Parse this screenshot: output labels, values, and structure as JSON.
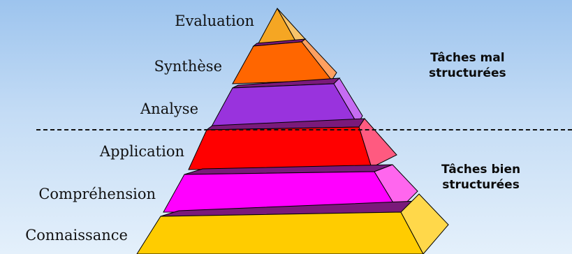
{
  "levels": [
    {
      "label": "Evaluation",
      "front": "#f5a623",
      "side": "#f7c46a"
    },
    {
      "label": "Synthèse",
      "front": "#ff6600",
      "side": "#ffa060"
    },
    {
      "label": "Analyse",
      "front": "#9933dd",
      "side": "#c66cf2"
    },
    {
      "label": "Application",
      "front": "#ff0000",
      "side": "#ff5a80"
    },
    {
      "label": "Compréhension",
      "front": "#ff00ff",
      "side": "#ff66ee"
    },
    {
      "label": "Connaissance",
      "front": "#ffcc00",
      "side": "#ffd84a"
    }
  ],
  "groups": {
    "ill_structured": {
      "line1": "Tâches mal",
      "line2": "structurées"
    },
    "well_structured": {
      "line1": "Tâches bien",
      "line2": "structurées"
    }
  },
  "colors": {
    "separator": "#7a1a7a",
    "outline": "#000000"
  }
}
